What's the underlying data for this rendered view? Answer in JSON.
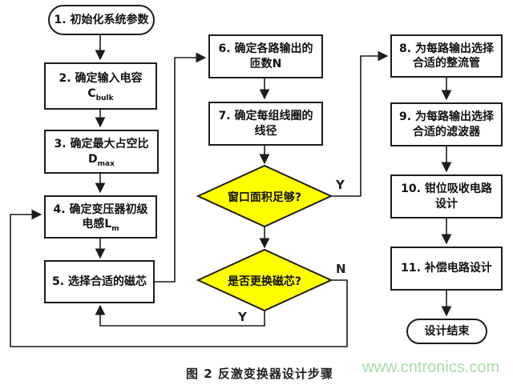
{
  "diagram": {
    "caption": "图 2 反激变换器设计步骤",
    "watermark": "www.cntronics.com",
    "colors": {
      "decision_fill": "#ffff00",
      "line": "#1c1c1c",
      "watermark_green": "#aadcaa"
    },
    "nodes": {
      "start": {
        "label": "1. 初始化系统参数"
      },
      "n2": {
        "line1": "2. 确定输入电容",
        "sym": "C",
        "sub": "bulk"
      },
      "n3": {
        "line1": "3. 确定最大占空比",
        "sym": "D",
        "sub": "max"
      },
      "n4": {
        "line1": "4. 确定变压器初级",
        "line2_prefix": "电感L",
        "sub": "m"
      },
      "n5": {
        "line1": "5. 选择合适的磁芯"
      },
      "n6": {
        "line1": "6. 确定各路输出的",
        "line2": "匝数N"
      },
      "n7": {
        "line1": "7. 确定每组线圈的",
        "line2": "线径"
      },
      "d1": {
        "label": "窗口面积足够?"
      },
      "d2": {
        "label": "是否更换磁芯?"
      },
      "n8": {
        "line1": "8. 为每路输出选择",
        "line2": "合适的整流管"
      },
      "n9": {
        "line1": "9. 为每路输出选择",
        "line2": "合适的滤波器"
      },
      "n10": {
        "line1": "10. 钳位吸收电路",
        "line2": "设计"
      },
      "n11": {
        "line1": "11. 补偿电路设计"
      },
      "end": {
        "label": "设计结束"
      }
    },
    "branch_labels": {
      "d1_yes": "Y",
      "d2_no": "N",
      "d2_yes": "Y"
    }
  }
}
